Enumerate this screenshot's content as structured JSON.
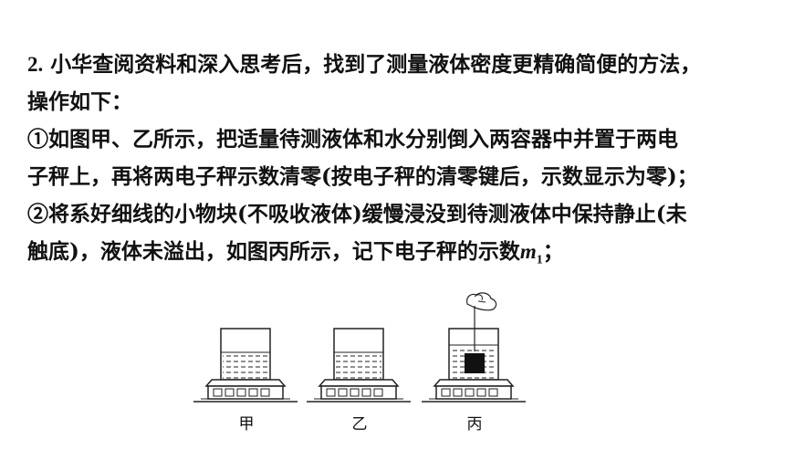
{
  "question": {
    "number": "2.",
    "line1": "小华查阅资料和深入思考后，找到了测量液体密度更精确简便的方法，",
    "line2": "操作如下：",
    "line3": "①如图甲、乙所示，把适量待测液体和水分别倒入两容器中并置于两电",
    "line4": "子秤上，再将两电子秤示数清零(按电子秤的清零键后，示数显示为零)；",
    "line5": "②将系好细线的小物块(不吸收液体)缓慢浸没到待测液体中保持静止(未",
    "line6_a": "触底)，液体未溢出，如图丙所示，记下电子秤的示数",
    "var_name": "m",
    "var_sub": "1",
    "line6_end": "；"
  },
  "figure": {
    "labels": [
      "甲",
      "乙",
      "丙"
    ]
  }
}
